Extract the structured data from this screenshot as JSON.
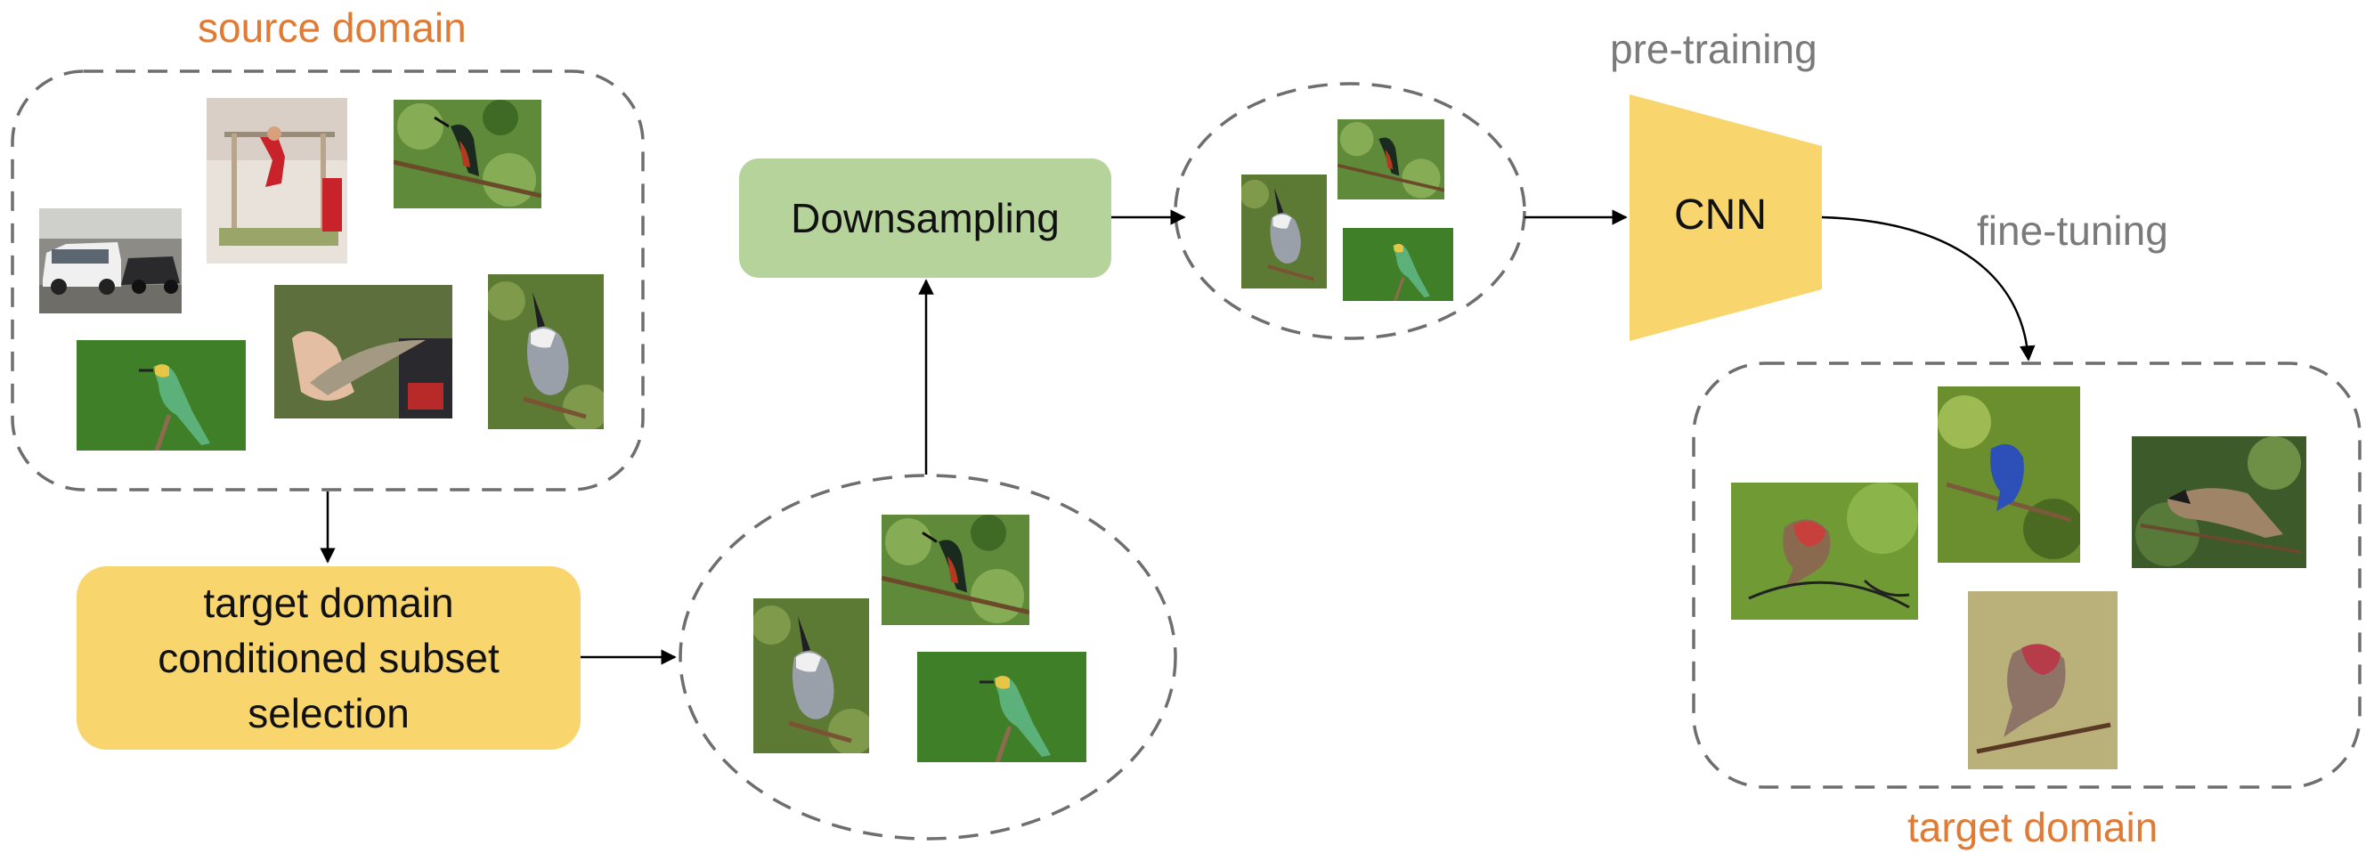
{
  "labels": {
    "source_domain": "source domain",
    "target_domain": "target domain",
    "pre_training": "pre-training",
    "fine_tuning": "fine-tuning"
  },
  "boxes": {
    "downsampling": "Downsampling",
    "subset_selection_line1": "target domain",
    "subset_selection_line2": "conditioned subset",
    "subset_selection_line3": "selection",
    "cnn": "CNN"
  },
  "colors": {
    "label_orange": "#e07b35",
    "label_grey": "#7a7a7a",
    "downsampling_fill": "#b5d39a",
    "selection_fill": "#f8d66d",
    "cnn_fill": "#f8d66d",
    "dashed_border": "#6e6e6e"
  }
}
